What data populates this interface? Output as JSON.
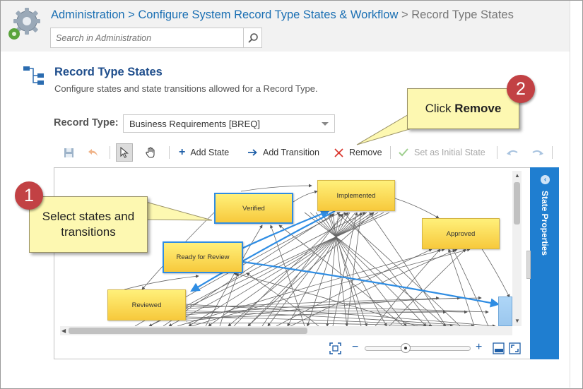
{
  "header": {
    "breadcrumb": {
      "root": "Administration",
      "parent": "> Configure System Record Type States & Workflow",
      "current": "> Record Type States"
    },
    "search": {
      "placeholder": "Search in Administration",
      "value": ""
    }
  },
  "page": {
    "title": "Record Type States",
    "subtitle": "Configure states and state transitions allowed for a Record Type."
  },
  "record_type": {
    "label": "Record Type:",
    "selected": "Business Requirements [BREQ]"
  },
  "toolbar": {
    "save_icon": "save-icon",
    "undo_icon": "undo-icon",
    "select_icon": "pointer-icon",
    "pan_icon": "hand-icon",
    "add_state_label": "Add State",
    "add_transition_label": "Add Transition",
    "remove_label": "Remove",
    "set_initial_label": "Set as Initial State"
  },
  "diagram": {
    "states": [
      "Verified",
      "Implemented",
      "Approved",
      "Ready for Review",
      "Reviewed"
    ]
  },
  "state_properties": {
    "title": "State Properties"
  },
  "callouts": {
    "one": {
      "number": "1",
      "text": "Select states and transitions"
    },
    "two": {
      "number": "2",
      "text_prefix": "Click ",
      "text_bold": "Remove"
    }
  },
  "colors": {
    "brand_blue": "#1a6fb3",
    "panel_blue": "#1f7ed0",
    "badge_red": "#c24144",
    "callout_yellow": "#fdf8b1",
    "state_yellow": "#f7c93c",
    "selection_blue": "#2f8de3"
  }
}
